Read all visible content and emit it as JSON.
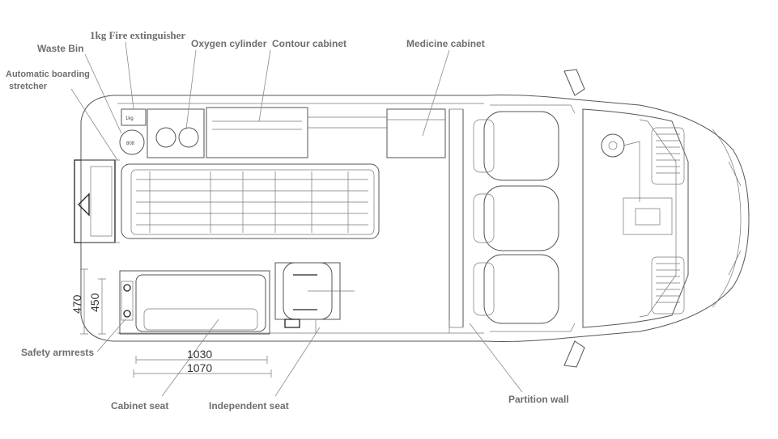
{
  "labels": {
    "fire_extinguisher": "1kg Fire extinguisher",
    "waste_bin": "Waste Bin",
    "oxygen_cylinder": "Oxygen cylinder",
    "contour_cabinet": "Contour cabinet",
    "medicine_cabinet": "Medicine cabinet",
    "auto_stretcher_line1": "Automatic boarding",
    "auto_stretcher_line2": "stretcher",
    "safety_armrests": "Safety armrests",
    "cabinet_seat": "Cabinet seat",
    "independent_seat": "Independent seat",
    "partition_wall": "Partition wall"
  },
  "dimensions": {
    "d470": "470",
    "d450": "450",
    "d1030": "1030",
    "d1070": "1070"
  },
  "small_text": {
    "extinguisher_tag": "1kg",
    "bin_tag": "808"
  }
}
